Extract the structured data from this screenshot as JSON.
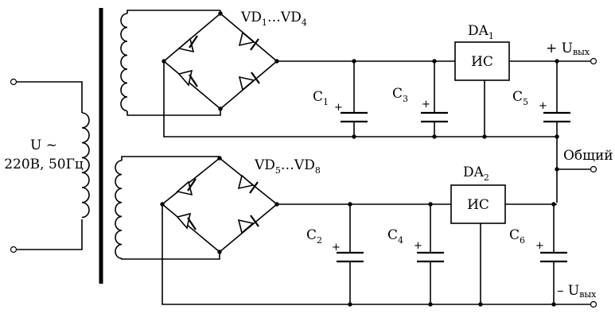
{
  "input": {
    "line1": "U ~",
    "line2": "220В, 50Гц"
  },
  "bridges": [
    {
      "main": "VD",
      "sub1": "1",
      "sep": "…VD",
      "sub2": "4"
    },
    {
      "main": "VD",
      "sub1": "5",
      "sep": "…VD",
      "sub2": "8"
    }
  ],
  "regulators": [
    {
      "main": "DA",
      "sub": "1",
      "chip": "ИС"
    },
    {
      "main": "DA",
      "sub": "2",
      "chip": "ИС"
    }
  ],
  "capacitors": [
    {
      "main": "C",
      "sub": "1",
      "polarity": "+"
    },
    {
      "main": "C",
      "sub": "3",
      "polarity": "+"
    },
    {
      "main": "C",
      "sub": "5",
      "polarity": "+"
    },
    {
      "main": "C",
      "sub": "2",
      "polarity": "+"
    },
    {
      "main": "C",
      "sub": "4",
      "polarity": "+"
    },
    {
      "main": "C",
      "sub": "6",
      "polarity": "+"
    }
  ],
  "outputs": {
    "positive": {
      "prefix": "+ U",
      "sub": "вых"
    },
    "common": "Общий",
    "negative": {
      "prefix": "– U",
      "sub": "вых"
    }
  }
}
